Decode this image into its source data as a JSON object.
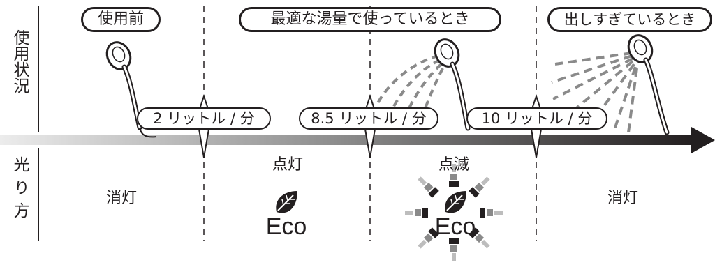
{
  "row_labels": {
    "usage": "使用状況",
    "light": "光り方"
  },
  "stages": [
    {
      "label": "使用前",
      "light_state": "消灯"
    },
    {
      "label": "最適な湯量で使っているとき",
      "light_state": ""
    },
    {
      "label": "出しすぎているとき",
      "light_state": "消灯"
    }
  ],
  "flow_rates": [
    "2 リットル / 分",
    "8.5 リットル / 分",
    "10 リットル / 分"
  ],
  "light_states": {
    "lit": "点灯",
    "blinking": "点滅"
  },
  "eco_label": "Eco",
  "icons": {
    "shower": "shower-head-icon",
    "leaf": "leaf-icon",
    "arrow": "flow-arrow",
    "burst": "blink-burst-icon"
  },
  "colors": {
    "ink": "#231f20",
    "arrow_start": "#e6e6e6",
    "arrow_end": "#231f20",
    "spray": "#8a8a8a"
  }
}
